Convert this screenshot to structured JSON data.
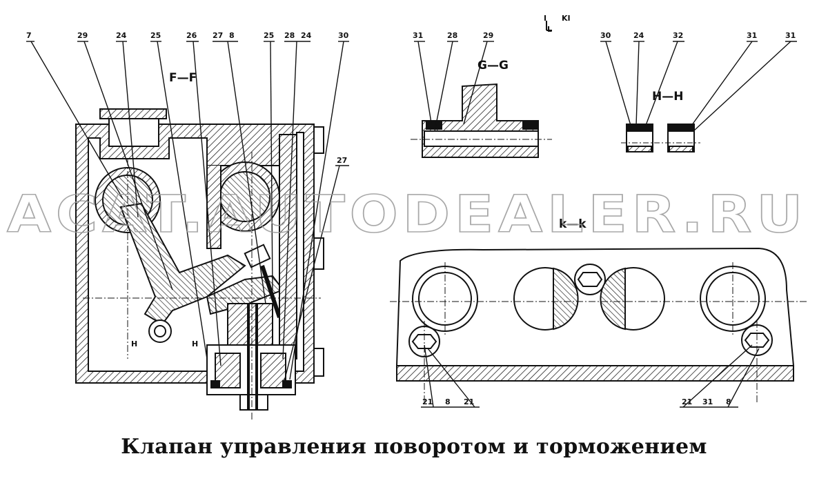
{
  "caption": "Клапан управления поворотом и торможением",
  "watermark": "ACAT.AUTODEALER.RU",
  "sections": {
    "ff": "F—F",
    "gg": "G—G",
    "hh": "H—H",
    "kk": "k—k",
    "marker_top": "I",
    "marker_top_k": "KI",
    "marker_l": "L",
    "marker_h_left": "H",
    "marker_h_right": "H"
  },
  "callouts": {
    "left": [
      "7",
      "29",
      "24",
      "25",
      "26",
      "27",
      "8",
      "25",
      "28",
      "24",
      "30"
    ],
    "left_side": "27",
    "gg": [
      "31",
      "28",
      "29"
    ],
    "hh": [
      "30",
      "24",
      "32",
      "31",
      "31"
    ],
    "kk_left": [
      "21",
      "8",
      "21"
    ],
    "kk_right": [
      "21",
      "31",
      "8"
    ]
  },
  "colors": {
    "ink": "#111111",
    "hatch": "#333333",
    "watermark": "#9a9a9a"
  }
}
